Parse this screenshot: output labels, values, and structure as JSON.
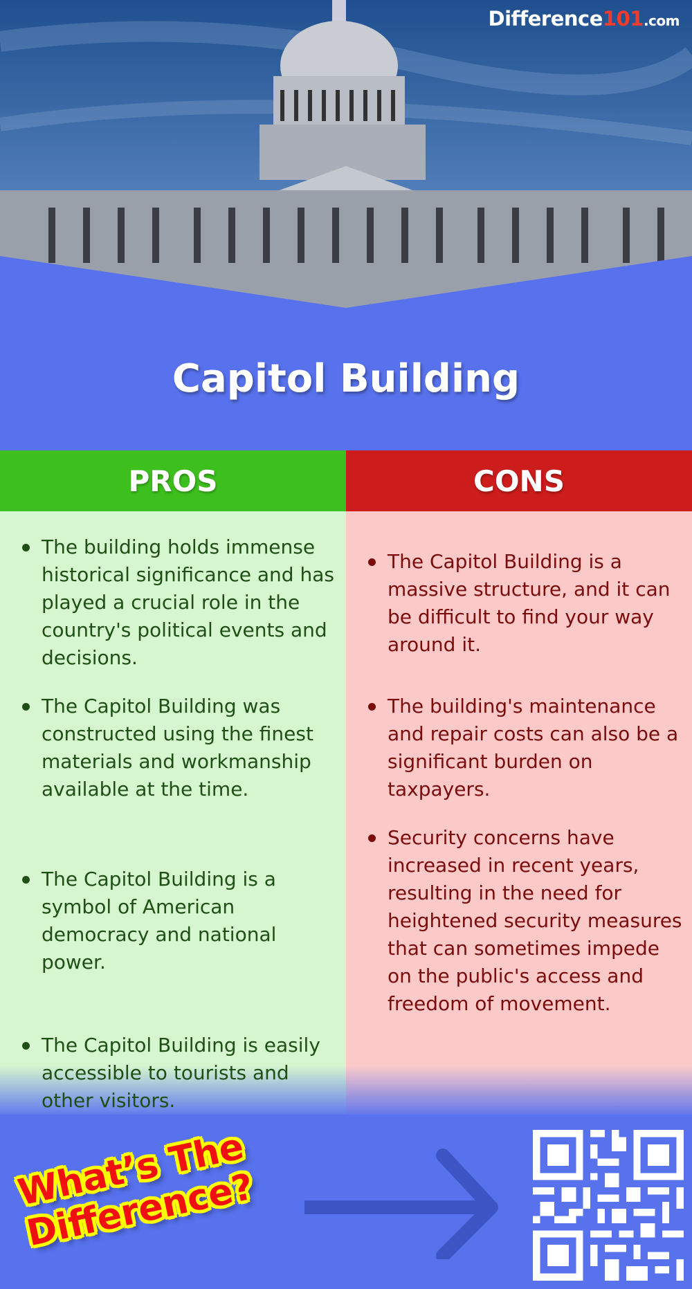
{
  "brand": {
    "name": "Difference",
    "number": "101",
    "domain": ".com"
  },
  "title": "Capitol Building",
  "pros": {
    "heading": "PROS",
    "items": [
      "The building holds immense historical significance and has played a crucial role in the country's political events and decisions.",
      "The Capitol Building was constructed using the finest materials and workmanship available at the time.",
      "The Capitol Building is a symbol of American democracy and national power.",
      "The Capitol Building is easily accessible to tourists and other visitors."
    ]
  },
  "cons": {
    "heading": "CONS",
    "items": [
      "The Capitol Building is a massive structure, and it can be difficult to find your way around it.",
      "The building's maintenance and repair costs can also be a significant burden on taxpayers.",
      "Security concerns have increased in recent years, resulting in the need for heightened security measures that can sometimes impede on the public's access and freedom of movement."
    ]
  },
  "footer": {
    "line1": "What’s The",
    "line2": "Difference?",
    "icons": [
      "arrow-right-icon",
      "qr-code"
    ]
  },
  "colors": {
    "background": "#5872ee",
    "pros_header": "#3dbf1e",
    "cons_header": "#cc1c1c",
    "pros_bg": "#d6f6cf",
    "cons_bg": "#fcc9c9",
    "brand_accent": "#ee3b2f"
  }
}
